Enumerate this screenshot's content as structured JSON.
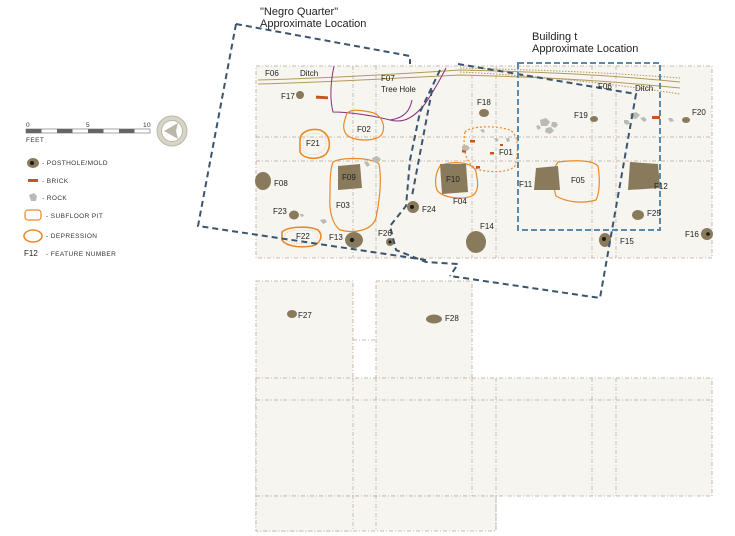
{
  "titles": {
    "negro_quarter": [
      "\"Negro Quarter\"",
      "Approximate Location"
    ],
    "building_t": [
      "Building t",
      "Approximate Location"
    ]
  },
  "legend": {
    "scale_ticks": [
      "0",
      "5",
      "10"
    ],
    "scale_unit": "FEET",
    "items": [
      {
        "key": "posthole",
        "label": "POSTHOLE/MOLD"
      },
      {
        "key": "brick",
        "label": "BRICK"
      },
      {
        "key": "rock",
        "label": "ROCK"
      },
      {
        "key": "pit",
        "label": "SUBFLOOR PIT"
      },
      {
        "key": "depression",
        "label": "DEPRESSION"
      },
      {
        "key": "feature",
        "label": "FEATURE NUMBER",
        "symbol": "F12"
      }
    ]
  },
  "labels": {
    "f06a": "F06",
    "ditch1": "Ditch",
    "f07": "F07",
    "treehole": "Tree Hole",
    "f06b": "F06",
    "ditch2": "Ditch",
    "f17": "F17",
    "f18": "F18",
    "f19": "F19",
    "f20": "F20",
    "f21": "F21",
    "f02": "F02",
    "f01": "F01",
    "f09": "F09",
    "f10": "F10",
    "f05": "F05",
    "f08": "F08",
    "f11": "F11",
    "f12": "F12",
    "f03": "F03",
    "f04": "F04",
    "f23": "F23",
    "f24": "F24",
    "f25": "F25",
    "f22": "F22",
    "f13": "F13",
    "f26": "F26",
    "f14": "F14",
    "f15": "F15",
    "f16": "F16",
    "f27": "F27",
    "f28": "F28"
  },
  "colors": {
    "unit_line": "#b7a99a",
    "unit_fill": "#f7f5f0",
    "structure_line": "#3b5470",
    "building_line": "#5b8aa8",
    "pit": "#e88a2a",
    "feature_fill": "#8a7a5c",
    "brick": "#c4561b",
    "rock": "#b9bbb5",
    "tree_root": "#8a2e83"
  }
}
